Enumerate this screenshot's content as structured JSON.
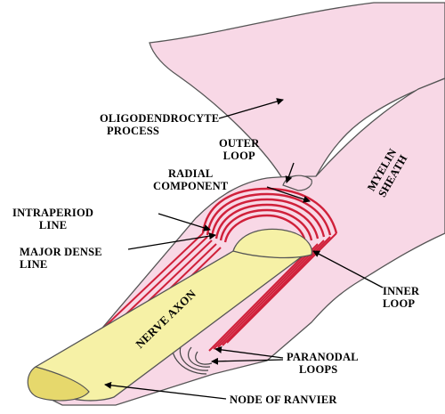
{
  "labels": {
    "oligo_line1": "OLIGODENDROCYTE",
    "oligo_line2": "PROCESS",
    "outer_line1": "OUTER",
    "outer_line2": "LOOP",
    "radial_line1": "RADIAL",
    "radial_line2": "COMPONENT",
    "myelin_line1": "MYELIN",
    "myelin_line2": "SHEATH",
    "intra_line1": "INTRAPERIOD",
    "intra_line2": "LINE",
    "major_line1": "MAJOR DENSE",
    "major_line2": "LINE",
    "inner_line1": "INNER",
    "inner_line2": "LOOP",
    "axon": "NERVE AXON",
    "paranodal_line1": "PARANODAL",
    "paranodal_line2": "LOOPS",
    "node": "NODE OF RANVIER"
  },
  "colors": {
    "sheath_fill": "#f8d8e6",
    "sheath_stroke": "#555555",
    "lamella_red": "#d0203a",
    "axon_fill": "#f6f1a6",
    "axon_dark": "#e6d86c",
    "line": "#000000"
  }
}
